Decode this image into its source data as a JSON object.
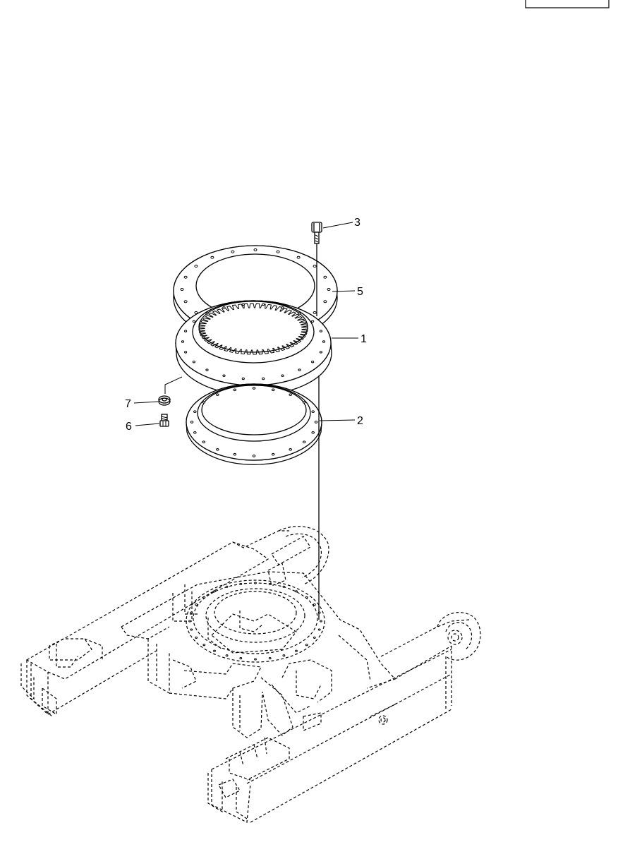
{
  "diagram": {
    "page_box_text": "",
    "callouts": [
      {
        "id": "callout-3",
        "text": "3",
        "part": "bolt-long"
      },
      {
        "id": "callout-5",
        "text": "5",
        "part": "shim-plate"
      },
      {
        "id": "callout-1",
        "text": "1",
        "part": "swing-bearing"
      },
      {
        "id": "callout-2",
        "text": "2",
        "part": "lower-spacer-ring"
      },
      {
        "id": "callout-7",
        "text": "7",
        "part": "washer"
      },
      {
        "id": "callout-6",
        "text": "6",
        "part": "bolt-short"
      }
    ]
  },
  "colors": {
    "ink": "#000000",
    "paper": "#ffffff"
  }
}
